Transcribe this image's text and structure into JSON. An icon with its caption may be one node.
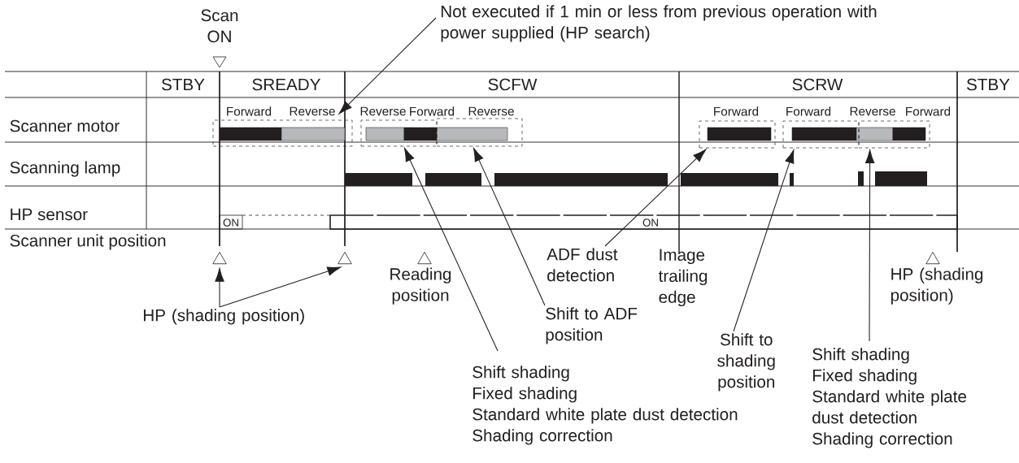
{
  "diagram": {
    "nodes": [
      {
        "text": [
          "Not executed if 1 min or less from previous operation with power supplied (HP search)"
        ]
      },
      {
        "text": [],
        "shape": "box"
      },
      {
        "text": [],
        "shape": "box"
      },
      {
        "text": [],
        "shape": "box"
      },
      {
        "text": [],
        "shape": "box"
      },
      {
        "text": [],
        "shape": "box"
      },
      {
        "text": [],
        "shape": "box"
      },
      {
        "text": [
          "HP (shading position)"
        ]
      },
      {
        "text": [],
        "shape": "triangle"
      },
      {
        "text": [],
        "shape": "triangle"
      },
      {
        "text": [
          "Shift shading",
          "Fixed shading",
          "Standard white plate dust detection",
          "Shading correction"
        ]
      },
      {
        "text": [
          "Shift to ADF position"
        ]
      },
      {
        "text": [
          "ADF dust detection"
        ]
      },
      {
        "text": [
          "Shift to shading position"
        ]
      },
      {
        "text": [
          "Shift shading",
          "Fixed shading",
          "Standard white plate dust detection",
          "Shading correction"
        ]
      },
      {
        "text": [],
        "shape": "triangle",
        "beside": [
          "Reading position"
        ]
      },
      {
        "text": [],
        "shape": "triangle",
        "beside": [
          "HP (shading position)"
        ]
      }
    ],
    "edges": [
      {
        "from": 0,
        "to": 1,
        "arrow": "to"
      },
      {
        "from": 7,
        "to": 8,
        "arrow": "to"
      },
      {
        "from": 7,
        "to": 9,
        "arrow": "to"
      },
      {
        "from": 10,
        "to": 2,
        "arrow": "to"
      },
      {
        "from": 11,
        "to": 3,
        "arrow": "to"
      },
      {
        "from": 12,
        "to": 4,
        "arrow": "to"
      },
      {
        "from": 13,
        "to": 5,
        "arrow": "to"
      },
      {
        "from": 14,
        "to": 6,
        "arrow": "to"
      }
    ],
    "labels": [
      "Scan ON",
      "STBY",
      "SREADY",
      "SCFW",
      "SCRW",
      "STBY",
      "Forward",
      "Reverse",
      "Reverse",
      "Forward",
      "Reverse",
      "Forward",
      "Forward",
      "Reverse",
      "Forward",
      "Scanner motor",
      "Scanning lamp",
      "HP sensor",
      "ON",
      "ON",
      "Scanner unit position",
      "Image trailing edge"
    ]
  }
}
